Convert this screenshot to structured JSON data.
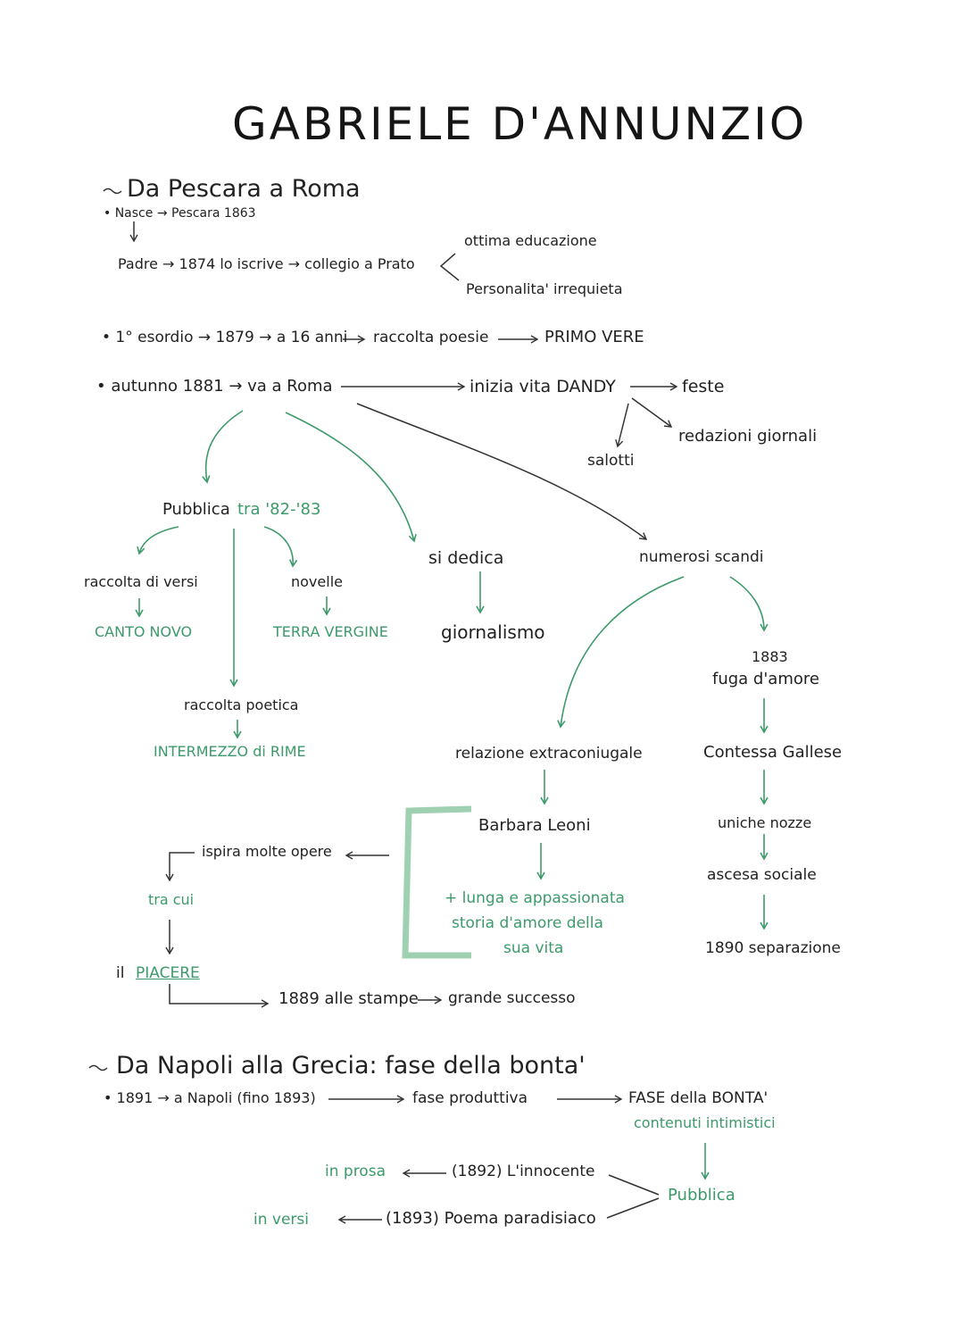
{
  "title": "GABRIELE D'ANNUNZIO",
  "section1": {
    "heading": "Da Pescara a Roma",
    "birth": "• Nasce → Pescara 1863",
    "father": "Padre → 1874 lo iscrive → collegio a Prato",
    "education": "ottima educazione",
    "personality": "Personalita' irrequieta",
    "debut": "• 1° esordio → 1879 → a 16 anni",
    "debut_collection": "raccolta poesie",
    "primo_vere": "PRIMO VERE",
    "autumn": "• autunno 1881 → va a Roma",
    "dandy": "inizia vita DANDY",
    "feste": "feste",
    "redazioni": "redazioni giornali",
    "salotti": "salotti",
    "pubblica_label": "Pubblica",
    "pubblica_years": "tra '82-'83",
    "raccolta_versi": "raccolta di versi",
    "canto_novo": "CANTO NOVO",
    "novelle": "novelle",
    "terra_vergine": "TERRA VERGINE",
    "raccolta_poetica": "raccolta poetica",
    "intermezzo": "INTERMEZZO di RIME",
    "si_dedica": "si dedica",
    "giornalismo": "giornalismo",
    "scandali": "numerosi scandi",
    "year_1883": "1883",
    "fuga": "fuga d'amore",
    "contessa": "Contessa Gallese",
    "nozze": "uniche nozze",
    "ascesa": "ascesa sociale",
    "separazione": "1890 separazione",
    "relazione": "relazione extraconiugale",
    "barbara": "Barbara Leoni",
    "storia_1": "+ lunga e appassionata",
    "storia_2": "storia d'amore della",
    "storia_3": "sua vita",
    "ispira": "ispira molte opere",
    "tra_cui": "tra cui",
    "il": "il",
    "piacere": "PIACERE",
    "stampe": "1889 alle stampe",
    "successo": "grande successo"
  },
  "section2": {
    "heading": "Da Napoli alla Grecia: fase della bonta'",
    "napoli": "• 1891 → a Napoli (fino 1893)",
    "fase_produttiva": "fase produttiva",
    "fase_bonta": "FASE della BONTA'",
    "contenuti": "contenuti intimistici",
    "pubblica": "Pubblica",
    "innocente": "(1892) L'innocente",
    "in_prosa": "in prosa",
    "poema": "(1893) Poema paradisiaco",
    "in_versi": "in versi"
  },
  "colors": {
    "ink": "#222222",
    "accent_green": "#3d9a6a"
  }
}
